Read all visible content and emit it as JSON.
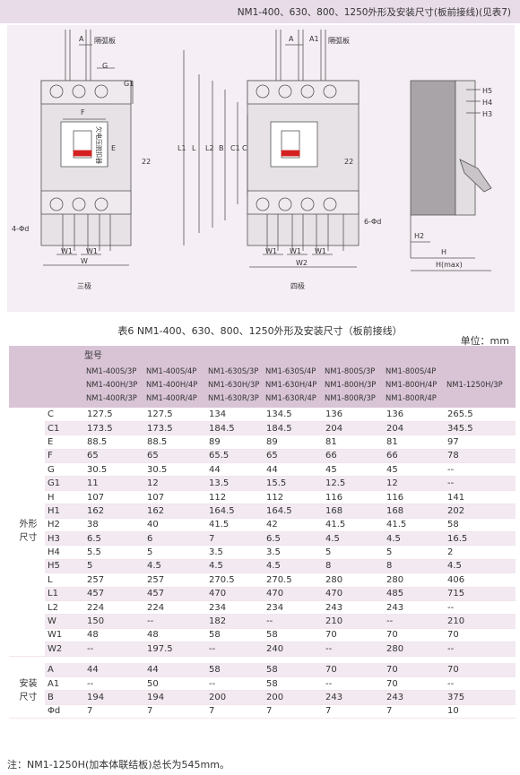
{
  "header_title": "NM1-400、630、800、1250外形及安装尺寸(板前接线)(见表7)",
  "drawing": {
    "labels": {
      "partition": "隔弧板",
      "undervoltage": "欠电压脱扣器",
      "three_pole": "三极",
      "four_pole": "四极",
      "A": "A",
      "A1": "A1",
      "G": "G",
      "G1": "G1",
      "F": "F",
      "E": "E",
      "d22": "22",
      "phi_d4": "4-Φd",
      "phi_d6": "6-Φd",
      "W1": "W1",
      "W": "W",
      "W2": "W2",
      "L1": "L1",
      "L": "L",
      "L2": "L2",
      "B": "B",
      "C1": "C1",
      "C": "C",
      "H5": "H5",
      "H4": "H4",
      "H3": "H3",
      "H2": "H2",
      "H": "H",
      "H1max": "H(max)"
    }
  },
  "caption": "表6 NM1-400、630、800、1250外形及安装尺寸（板前接线）",
  "unit": "单位：mm",
  "table": {
    "model_header": "型号",
    "columns": [
      [
        "NM1-400S/3P",
        "NM1-400H/3P",
        "NM1-400R/3P"
      ],
      [
        "NM1-400S/4P",
        "NM1-400H/4P",
        "NM1-400R/4P"
      ],
      [
        "NM1-630S/3P",
        "NM1-630H/3P",
        "NM1-630R/3P"
      ],
      [
        "NM1-630S/4P",
        "NM1-630H/4P",
        "NM1-630R/4P"
      ],
      [
        "NM1-800S/3P",
        "NM1-800H/3P",
        "NM1-800R/3P"
      ],
      [
        "NM1-800S/4P",
        "NM1-800H/4P",
        "NM1-800R/4P"
      ],
      [
        "NM1-1250H/3P"
      ]
    ],
    "group1": "外形\n尺寸",
    "group2": "安装\n尺寸",
    "rows1": [
      {
        "p": "C",
        "v": [
          "127.5",
          "127.5",
          "134",
          "134.5",
          "136",
          "136",
          "265.5"
        ]
      },
      {
        "p": "C1",
        "v": [
          "173.5",
          "173.5",
          "184.5",
          "184.5",
          "204",
          "204",
          "345.5"
        ]
      },
      {
        "p": "E",
        "v": [
          "88.5",
          "88.5",
          "89",
          "89",
          "81",
          "81",
          "97"
        ]
      },
      {
        "p": "F",
        "v": [
          "65",
          "65",
          "65.5",
          "65",
          "66",
          "66",
          "78"
        ]
      },
      {
        "p": "G",
        "v": [
          "30.5",
          "30.5",
          "44",
          "44",
          "45",
          "45",
          "--"
        ]
      },
      {
        "p": "G1",
        "v": [
          "11",
          "12",
          "13.5",
          "15.5",
          "12.5",
          "12",
          "--"
        ]
      },
      {
        "p": "H",
        "v": [
          "107",
          "107",
          "112",
          "112",
          "116",
          "116",
          "141"
        ]
      },
      {
        "p": "H1",
        "v": [
          "162",
          "162",
          "164.5",
          "164.5",
          "168",
          "168",
          "202"
        ]
      },
      {
        "p": "H2",
        "v": [
          "38",
          "40",
          "41.5",
          "42",
          "41.5",
          "41.5",
          "58"
        ]
      },
      {
        "p": "H3",
        "v": [
          "6.5",
          "6",
          "7",
          "6.5",
          "4.5",
          "4.5",
          "16.5"
        ]
      },
      {
        "p": "H4",
        "v": [
          "5.5",
          "5",
          "3.5",
          "3.5",
          "5",
          "5",
          "2"
        ]
      },
      {
        "p": "H5",
        "v": [
          "5",
          "4.5",
          "4.5",
          "4.5",
          "8",
          "8",
          "4.5"
        ]
      },
      {
        "p": "L",
        "v": [
          "257",
          "257",
          "270.5",
          "270.5",
          "280",
          "280",
          "406"
        ]
      },
      {
        "p": "L1",
        "v": [
          "457",
          "457",
          "470",
          "470",
          "470",
          "485",
          "715"
        ]
      },
      {
        "p": "L2",
        "v": [
          "224",
          "224",
          "234",
          "234",
          "243",
          "243",
          "--"
        ]
      },
      {
        "p": "W",
        "v": [
          "150",
          "--",
          "182",
          "--",
          "210",
          "--",
          "210"
        ]
      },
      {
        "p": "W1",
        "v": [
          "48",
          "48",
          "58",
          "58",
          "70",
          "70",
          "70"
        ]
      },
      {
        "p": "W2",
        "v": [
          "--",
          "197.5",
          "--",
          "240",
          "--",
          "280",
          "--"
        ]
      }
    ],
    "rows2": [
      {
        "p": "A",
        "v": [
          "44",
          "44",
          "58",
          "58",
          "70",
          "70",
          "70"
        ]
      },
      {
        "p": "A1",
        "v": [
          "--",
          "50",
          "--",
          "58",
          "--",
          "70",
          "--"
        ]
      },
      {
        "p": "B",
        "v": [
          "194",
          "194",
          "200",
          "200",
          "243",
          "243",
          "375"
        ]
      },
      {
        "p": "Φd",
        "v": [
          "7",
          "7",
          "7",
          "7",
          "7",
          "7",
          "10"
        ]
      }
    ]
  },
  "note": "注：NM1-1250H(加本体联结板)总长为545mm。"
}
